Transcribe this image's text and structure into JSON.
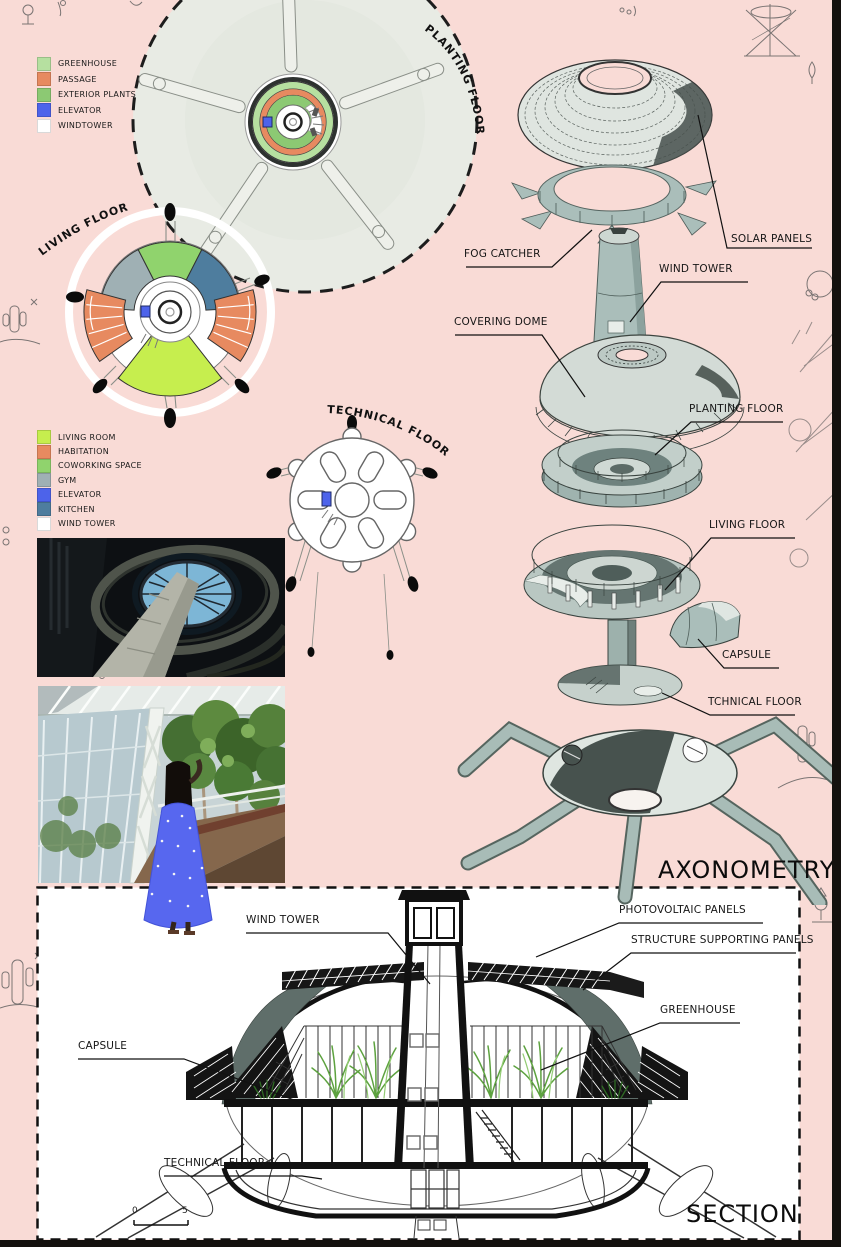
{
  "palette": {
    "background": "#f9dbd6",
    "sage": "#a9bdb9",
    "line": "#1a1a1a"
  },
  "legend_planting": {
    "items": [
      {
        "label": "GREENHOUSE",
        "color": "#b6e0a0"
      },
      {
        "label": "PASSAGE",
        "color": "#e78a60"
      },
      {
        "label": "EXTERIOR PLANTS",
        "color": "#8cc973"
      },
      {
        "label": "ELEVATOR",
        "color": "#4d63ea"
      },
      {
        "label": "WINDTOWER",
        "color": "#ffffff"
      }
    ]
  },
  "legend_living": {
    "items": [
      {
        "label": "LIVING ROOM",
        "color": "#c6ee4e"
      },
      {
        "label": "HABITATION",
        "color": "#e78a60"
      },
      {
        "label": "COWORKING SPACE",
        "color": "#90d36d"
      },
      {
        "label": "GYM",
        "color": "#9fb0b4"
      },
      {
        "label": "ELEVATOR",
        "color": "#4d63ea"
      },
      {
        "label": "KITCHEN",
        "color": "#4e7d9e"
      },
      {
        "label": "WIND TOWER",
        "color": "#ffffff"
      }
    ]
  },
  "floor_titles": {
    "planting": "PLANTING FLOOR",
    "living": "LIVING FLOOR",
    "technical": "TECHNICAL FLOOR"
  },
  "axonometry": {
    "title": "AXONOMETRY",
    "labels": {
      "solar_panels": "SOLAR PANELS",
      "fog_catcher": "FOG CATCHER",
      "wind_tower": "WIND TOWER",
      "covering_dome": "COVERING DOME",
      "planting_floor": "PLANTING FLOOR",
      "living_floor": "LIVING FLOOR",
      "capsule": "CAPSULE",
      "technical_floor": "TCHNICAL FLOOR"
    }
  },
  "section": {
    "title": "SECTION",
    "labels": {
      "wind_tower": "WIND TOWER",
      "photovoltaic_panels": "PHOTOVOLTAIC PANELS",
      "structure_supporting_panels": "STRUCTURE SUPPORTING PANELS",
      "greenhouse": "GREENHOUSE",
      "capsule": "CAPSULE",
      "technical_floor": "TECHNICAL FLOOR"
    },
    "scale_bar": {
      "start": "0",
      "end": "5"
    }
  }
}
